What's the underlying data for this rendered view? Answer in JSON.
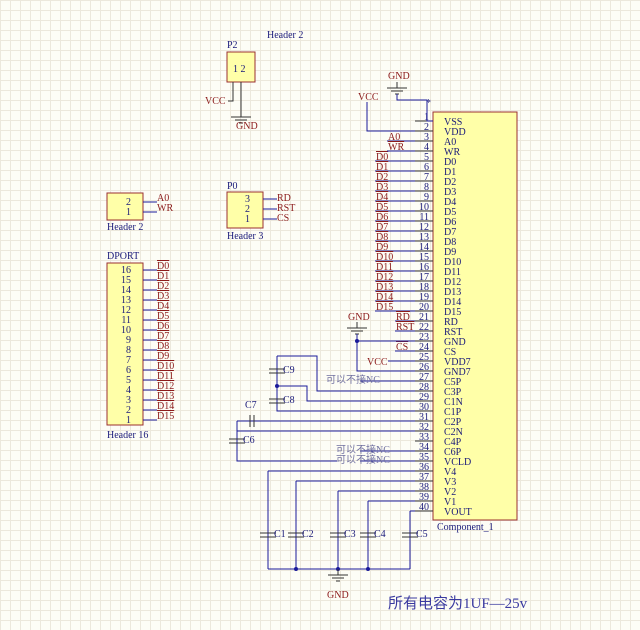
{
  "component": {
    "designator": "Component_1",
    "marker": "*",
    "pins": [
      "VSS",
      "VDD",
      "A0",
      "WR",
      "D0",
      "D1",
      "D2",
      "D3",
      "D4",
      "D5",
      "D6",
      "D7",
      "D8",
      "D9",
      "D10",
      "D11",
      "D12",
      "D13",
      "D14",
      "D15",
      "RD",
      "RST",
      "GND",
      "CS",
      "VDD7",
      "GND7",
      "C5P",
      "C3P",
      "C1N",
      "C1P",
      "C2P",
      "C2N",
      "C4P",
      "C6P",
      "VCLD",
      "V4",
      "V3",
      "V2",
      "V1",
      "VOUT"
    ]
  },
  "nets": {
    "data": [
      "D0",
      "D1",
      "D2",
      "D3",
      "D4",
      "D5",
      "D6",
      "D7",
      "D8",
      "D9",
      "D10",
      "D11",
      "D12",
      "D13",
      "D14",
      "D15"
    ],
    "a0": "A0",
    "wr": "WR",
    "rd": "RD",
    "rst": "RST",
    "cs": "CS",
    "vcc": "VCC",
    "gnd": "GND"
  },
  "nc_label": "可以不接NC",
  "headers": {
    "p2": {
      "designator": "P2",
      "comment": "Header 2",
      "pin_text": "1 2"
    },
    "h2": {
      "comment": "Header 2",
      "pins": [
        "2",
        "1"
      ],
      "nets": [
        "A0",
        "WR"
      ]
    },
    "p0": {
      "designator": "P0",
      "comment": "Header 3",
      "pins": [
        "3",
        "2",
        "1"
      ],
      "nets": [
        "RD",
        "RST",
        "CS"
      ]
    },
    "dport": {
      "designator": "DPORT",
      "comment": "Header 16",
      "pins": [
        "16",
        "15",
        "14",
        "13",
        "12",
        "11",
        "10",
        "9",
        "8",
        "7",
        "6",
        "5",
        "4",
        "3",
        "2",
        "1"
      ]
    }
  },
  "capacitors": [
    "C1",
    "C2",
    "C3",
    "C4",
    "C5",
    "C6",
    "C7",
    "C8",
    "C9"
  ],
  "note": "所有电容为1UF—25v"
}
